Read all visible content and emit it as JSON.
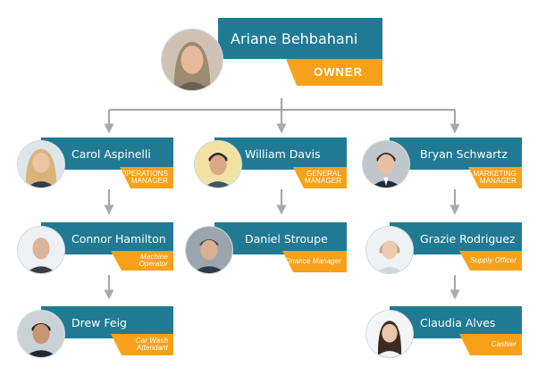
{
  "owner": {
    "name": "Ariane Behbahani",
    "role": "OWNER"
  },
  "level1": [
    {
      "name": "Carol Aspinelli",
      "role": "OPERATIONS MANAGER"
    },
    {
      "name": "William Davis",
      "role": "GENERAL MANAGER"
    },
    {
      "name": "Bryan Schwartz",
      "role": "MARKETING MANAGER"
    }
  ],
  "level2": [
    {
      "name": "Connor Hamilton",
      "role": "Machine Operator"
    },
    {
      "name": "Daniel Stroupe",
      "role": "Finance Manager"
    },
    {
      "name": "Grazie Rodriguez",
      "role": "Supply Officer"
    }
  ],
  "level3": [
    {
      "name": "Drew Feig",
      "role": "Car Wash Attendant"
    },
    {
      "name": "Claudia Alves",
      "role": "Cashier"
    }
  ],
  "colors": {
    "bar": "#207a94",
    "tag": "#f7a11b",
    "connector": "#a9a9a9"
  }
}
